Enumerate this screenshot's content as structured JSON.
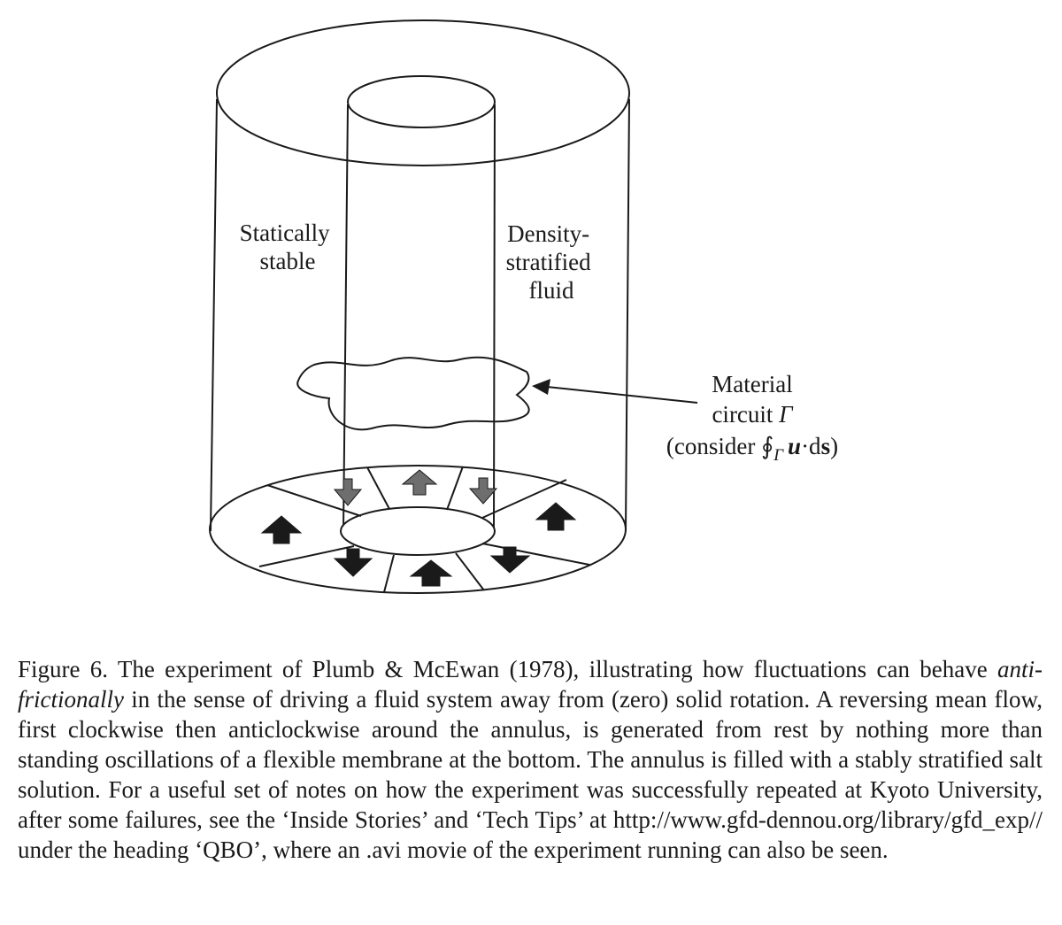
{
  "figure": {
    "label_left": [
      "Statically",
      "stable"
    ],
    "label_right": [
      "Density-",
      "stratified",
      "fluid"
    ],
    "label_circuit": {
      "line1": "Material",
      "line2_text": "circuit ",
      "line2_symbol": "Γ",
      "line3_prefix": "(consider ",
      "line3_integral": "∮",
      "line3_sub": "Γ",
      "line3_u": "u",
      "line3_dot": "·d",
      "line3_s": "s",
      "line3_suffix": ")"
    }
  },
  "caption": {
    "figure_label": "Figure 6.",
    "text_1": " The experiment of Plumb & McEwan (1978), illustrating how fluctuations can behave ",
    "emphasis": "anti-frictionally",
    "text_2": " in the sense of driving a fluid system away from (zero) solid rotation. A reversing mean flow, first clockwise then anticlockwise around the annulus, is generated from rest by nothing more than standing oscillations of a flexible membrane at the bottom. The annulus is filled with a stably stratified salt solution. For a useful set of notes on how the experiment was successfully repeated at Kyoto University, after some failures, see the ‘Inside Stories’ and ‘Tech Tips’ at ",
    "url": "http://www.gfd-dennou.org/library/gfd_exp//",
    "text_3": " under the heading ‘QBO’, where an .avi movie of the experiment running can also be seen."
  }
}
